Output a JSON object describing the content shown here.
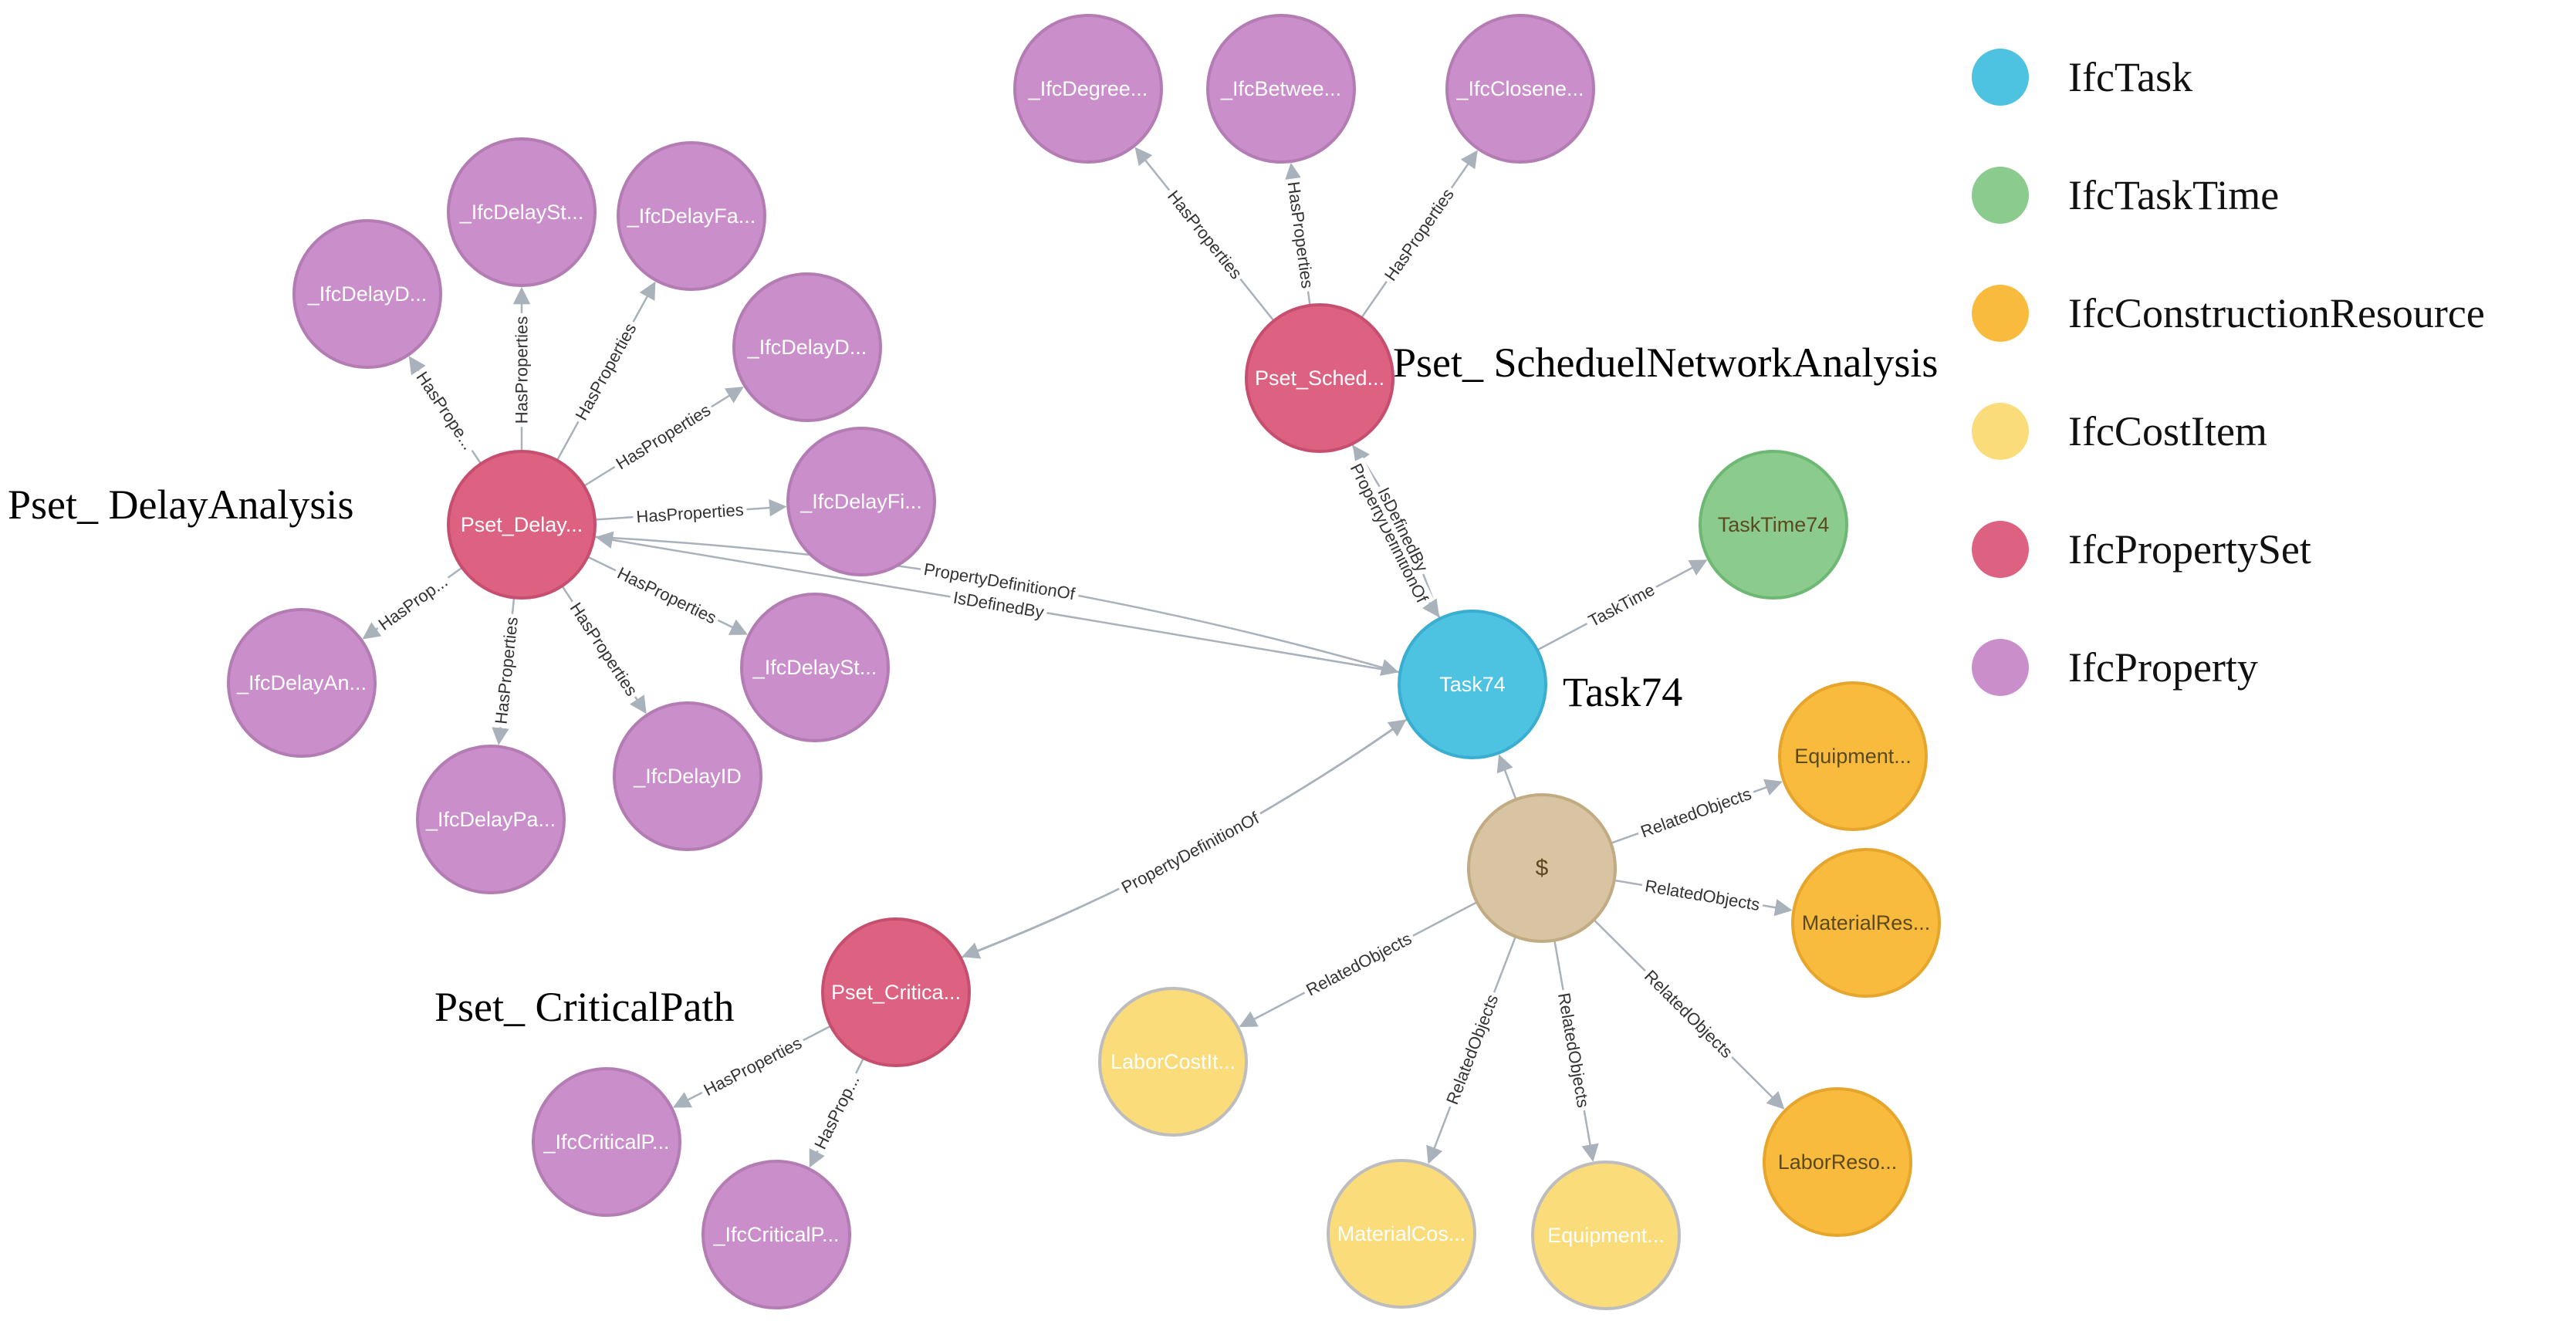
{
  "legend": [
    {
      "label": "IfcTask",
      "color": "#4dc3e1"
    },
    {
      "label": "IfcTaskTime",
      "color": "#8bcb8e"
    },
    {
      "label": "IfcConstructionResource",
      "color": "#f9bb3d"
    },
    {
      "label": "IfcCostItem",
      "color": "#fbdc7b"
    },
    {
      "label": "IfcPropertySet",
      "color": "#dd6181"
    },
    {
      "label": "IfcProperty",
      "color": "#ca8fca"
    }
  ],
  "node_types": {
    "task": {
      "fill": "#4dc3e1",
      "stroke": "#3aaed0"
    },
    "tasktime": {
      "fill": "#8bcb8e",
      "stroke": "#6db873"
    },
    "resource": {
      "fill": "#f9bb3d",
      "stroke": "#e6a52d"
    },
    "costitem": {
      "fill": "#fbdc7b",
      "stroke": "#bdbdbd"
    },
    "propertyset": {
      "fill": "#dd6181",
      "stroke": "#c64f6f"
    },
    "property": {
      "fill": "#ca8fca",
      "stroke": "#b37cb3"
    },
    "cost": {
      "fill": "#d8c4a3",
      "stroke": "#c2aa82"
    }
  },
  "annotations": [
    {
      "id": "ann-delay",
      "text": "Pset_ DelayAnalysis"
    },
    {
      "id": "ann-network",
      "text": "Pset_ ScheduelNetworkAnalysis"
    },
    {
      "id": "ann-task",
      "text": "Task74"
    },
    {
      "id": "ann-critical",
      "text": "Pset_ CriticalPath"
    }
  ],
  "nodes": [
    {
      "id": "task74",
      "type": "task",
      "label": "Task74"
    },
    {
      "id": "tasktime74",
      "type": "tasktime",
      "label": "TaskTime74"
    },
    {
      "id": "pset_sched",
      "type": "propertyset",
      "label": "Pset_Sched..."
    },
    {
      "id": "pset_delay",
      "type": "propertyset",
      "label": "Pset_Delay..."
    },
    {
      "id": "pset_crit",
      "type": "propertyset",
      "label": "Pset_Critica..."
    },
    {
      "id": "cost",
      "type": "cost",
      "label": "$"
    },
    {
      "id": "p_degree",
      "type": "property",
      "label": "_IfcDegree..."
    },
    {
      "id": "p_betwee",
      "type": "property",
      "label": "_IfcBetwee..."
    },
    {
      "id": "p_closene",
      "type": "property",
      "label": "_IfcClosene..."
    },
    {
      "id": "p_delayd1",
      "type": "property",
      "label": "_IfcDelayD..."
    },
    {
      "id": "p_delayst1",
      "type": "property",
      "label": "_IfcDelaySt..."
    },
    {
      "id": "p_delayfa",
      "type": "property",
      "label": "_IfcDelayFa..."
    },
    {
      "id": "p_delayd2",
      "type": "property",
      "label": "_IfcDelayD..."
    },
    {
      "id": "p_delayfi",
      "type": "property",
      "label": "_IfcDelayFi..."
    },
    {
      "id": "p_delayst2",
      "type": "property",
      "label": "_IfcDelaySt..."
    },
    {
      "id": "p_delayan",
      "type": "property",
      "label": "_IfcDelayAn..."
    },
    {
      "id": "p_delaypa",
      "type": "property",
      "label": "_IfcDelayPa..."
    },
    {
      "id": "p_delayid",
      "type": "property",
      "label": "_IfcDelayID"
    },
    {
      "id": "p_critp1",
      "type": "property",
      "label": "_IfcCriticalP..."
    },
    {
      "id": "p_critp2",
      "type": "property",
      "label": "_IfcCriticalP..."
    },
    {
      "id": "r_equipment",
      "type": "resource",
      "label": "Equipment..."
    },
    {
      "id": "r_material",
      "type": "resource",
      "label": "MaterialRes..."
    },
    {
      "id": "r_labor",
      "type": "resource",
      "label": "LaborReso..."
    },
    {
      "id": "c_laborcost",
      "type": "costitem",
      "label": "LaborCostIt..."
    },
    {
      "id": "c_materialcost",
      "type": "costitem",
      "label": "MaterialCos..."
    },
    {
      "id": "c_equipment",
      "type": "costitem",
      "label": "Equipment..."
    }
  ],
  "edges": [
    {
      "from": "pset_sched",
      "to": "p_degree",
      "label": "HasProperties"
    },
    {
      "from": "pset_sched",
      "to": "p_betwee",
      "label": "HasProperties"
    },
    {
      "from": "pset_sched",
      "to": "p_closene",
      "label": "HasProperties"
    },
    {
      "from": "pset_sched",
      "to": "task74",
      "label": "PropertyDefinitionOf"
    },
    {
      "from": "task74",
      "to": "pset_sched",
      "label": "IsDefinedBy"
    },
    {
      "from": "task74",
      "to": "tasktime74",
      "label": "TaskTime"
    },
    {
      "from": "pset_delay",
      "to": "p_delayd1",
      "label": "HasPrope..."
    },
    {
      "from": "pset_delay",
      "to": "p_delayst1",
      "label": "HasProperties"
    },
    {
      "from": "pset_delay",
      "to": "p_delayfa",
      "label": "HasProperties"
    },
    {
      "from": "pset_delay",
      "to": "p_delayd2",
      "label": "HasProperties"
    },
    {
      "from": "pset_delay",
      "to": "p_delayfi",
      "label": "HasProperties"
    },
    {
      "from": "pset_delay",
      "to": "p_delayst2",
      "label": "HasProperties"
    },
    {
      "from": "pset_delay",
      "to": "p_delayan",
      "label": "HasProp..."
    },
    {
      "from": "pset_delay",
      "to": "p_delaypa",
      "label": "HasProperties"
    },
    {
      "from": "pset_delay",
      "to": "p_delayid",
      "label": "HasProperties"
    },
    {
      "from": "pset_delay",
      "to": "task74",
      "label": "PropertyDefinitionOf"
    },
    {
      "from": "task74",
      "to": "pset_delay",
      "label": "IsDefinedBy"
    },
    {
      "from": "task74",
      "to": "pset_crit",
      "label": "IsDefinedBy"
    },
    {
      "from": "pset_crit",
      "to": "task74",
      "label": "PropertyDefinitionOf"
    },
    {
      "from": "pset_crit",
      "to": "p_critp1",
      "label": "HasProperties"
    },
    {
      "from": "pset_crit",
      "to": "p_critp2",
      "label": "HasProp..."
    },
    {
      "from": "cost",
      "to": "task74",
      "label": ""
    },
    {
      "from": "cost",
      "to": "r_equipment",
      "label": "RelatedObjects"
    },
    {
      "from": "cost",
      "to": "r_material",
      "label": "RelatedObjects"
    },
    {
      "from": "cost",
      "to": "r_labor",
      "label": "RelatedObjects"
    },
    {
      "from": "cost",
      "to": "c_laborcost",
      "label": "RelatedObjects"
    },
    {
      "from": "cost",
      "to": "c_materialcost",
      "label": "RelatedObjects"
    },
    {
      "from": "cost",
      "to": "c_equipment",
      "label": "RelatedObjects"
    }
  ]
}
